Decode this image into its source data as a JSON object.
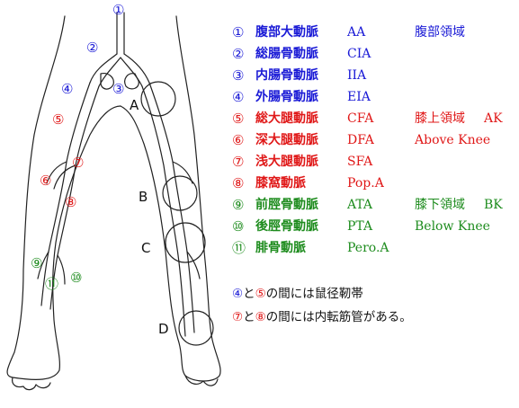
{
  "colors": {
    "blue": "#1a1ad6",
    "red": "#e01818",
    "green": "#1e8c1e",
    "black": "#111111"
  },
  "figure": {
    "markers": [
      {
        "text": "①",
        "color": "blue"
      },
      {
        "text": "②",
        "color": "blue"
      },
      {
        "text": "④",
        "color": "blue"
      },
      {
        "text": "③",
        "color": "blue"
      },
      {
        "text": "⑤",
        "color": "red"
      },
      {
        "text": "⑦",
        "color": "red"
      },
      {
        "text": "⑥",
        "color": "red"
      },
      {
        "text": "⑧",
        "color": "red"
      },
      {
        "text": "⑨",
        "color": "green"
      },
      {
        "text": "⑪",
        "color": "green"
      },
      {
        "text": "⑩",
        "color": "green"
      }
    ],
    "zone_labels": [
      "A",
      "B",
      "C",
      "D"
    ]
  },
  "legend": [
    {
      "num": "①",
      "jp": "腹部大動脈",
      "abbr": "AA",
      "region": "腹部領域",
      "region2": "",
      "color": "blue",
      "region_color": "blue"
    },
    {
      "num": "②",
      "jp": "総腸骨動脈",
      "abbr": "CIA",
      "region": "",
      "region2": "",
      "color": "blue",
      "region_color": "blue"
    },
    {
      "num": "③",
      "jp": "内腸骨動脈",
      "abbr": "IIA",
      "region": "",
      "region2": "",
      "color": "blue",
      "region_color": "blue"
    },
    {
      "num": "④",
      "jp": "外腸骨動脈",
      "abbr": "EIA",
      "region": "",
      "region2": "",
      "color": "blue",
      "region_color": "blue"
    },
    {
      "num": "⑤",
      "jp": "総大腿動脈",
      "abbr": "CFA",
      "region": "膝上領域",
      "region2": "AK",
      "color": "red",
      "region_color": "red"
    },
    {
      "num": "⑥",
      "jp": "深大腿動脈",
      "abbr": "DFA",
      "region": "Above Knee",
      "region2": "",
      "color": "red",
      "region_color": "red"
    },
    {
      "num": "⑦",
      "jp": "浅大腿動脈",
      "abbr": "SFA",
      "region": "",
      "region2": "",
      "color": "red",
      "region_color": "red"
    },
    {
      "num": "⑧",
      "jp": "膝窩動脈",
      "abbr": "Pop.A",
      "region": "",
      "region2": "",
      "color": "red",
      "region_color": "red"
    },
    {
      "num": "⑨",
      "jp": "前脛骨動脈",
      "abbr": "ATA",
      "region": "膝下領域",
      "region2": "BK",
      "color": "green",
      "region_color": "green"
    },
    {
      "num": "⑩",
      "jp": "後脛骨動脈",
      "abbr": "PTA",
      "region": "Below Knee",
      "region2": "",
      "color": "green",
      "region_color": "green"
    },
    {
      "num": "⑪",
      "jp": "腓骨動脈",
      "abbr": "Pero.A",
      "region": "",
      "region2": "",
      "color": "green",
      "region_color": "green"
    }
  ],
  "notes": [
    {
      "a": "④",
      "a_color": "blue",
      "mid": "と",
      "b": "⑤",
      "b_color": "red",
      "rest": "の間には鼠径靭帯"
    },
    {
      "a": "⑦",
      "a_color": "red",
      "mid": "と",
      "b": "⑧",
      "b_color": "red",
      "rest": "の間には内転筋管がある。"
    }
  ]
}
